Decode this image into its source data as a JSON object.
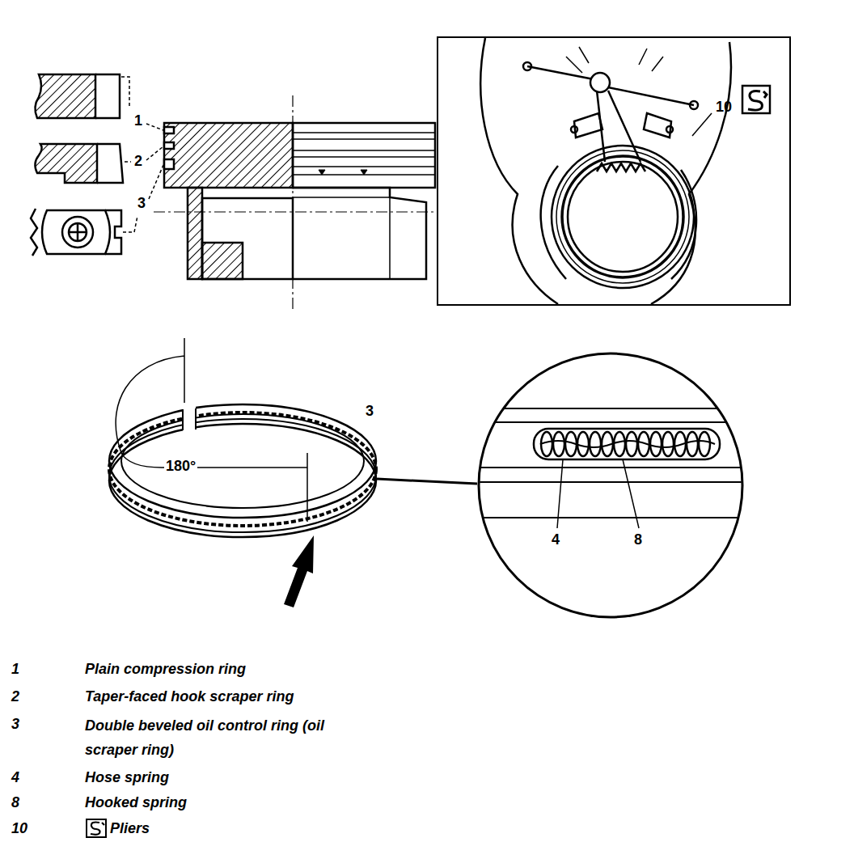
{
  "diagram": {
    "nodes": [
      {
        "text": [
          "10"
        ]
      },
      {
        "text": [
          "4",
          "8"
        ]
      }
    ],
    "labels": [
      "1",
      "2",
      "3",
      "180°",
      "3",
      "1",
      "Plain compression ring",
      "2",
      "Taper-faced hook scraper ring",
      "3",
      "Double beveled oil control ring (oil scraper ring)",
      "4",
      "Hose spring",
      "8",
      "Hooked spring",
      "10",
      "Pliers"
    ]
  }
}
